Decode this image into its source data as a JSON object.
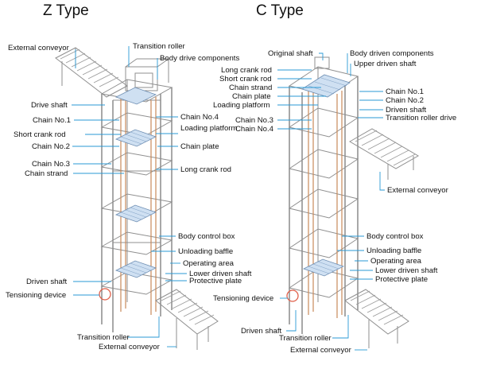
{
  "titles": {
    "z": "Z Type",
    "c": "C Type"
  },
  "z_labels": {
    "external_conveyor_top": "External conveyor",
    "transition_roller_top": "Transition roller",
    "body_drive_components": "Body drive components",
    "drive_shaft": "Drive shaft",
    "chain_no1": "Chain No.1",
    "chain_no4": "Chain No.4",
    "loading_platform": "Loading platform",
    "short_crank_rod": "Short crank rod",
    "chain_no2": "Chain No.2",
    "chain_plate": "Chain plate",
    "chain_no3": "Chain No.3",
    "chain_strand": "Chain strand",
    "long_crank_rod": "Long crank rod",
    "body_control_box": "Body control box",
    "unloading_baffle": "Unloading baffle",
    "operating_area": "Operating area",
    "lower_driven_shaft": "Lower driven shaft",
    "driven_shaft": "Driven shaft",
    "protective_plate": "Protective plate",
    "tensioning_device": "Tensioning device",
    "transition_roller_bottom": "Transition roller",
    "external_conveyor_bottom": "External conveyor"
  },
  "c_labels": {
    "original_shaft": "Original shaft",
    "body_driven_components": "Body driven components",
    "upper_driven_shaft": "Upper driven shaft",
    "long_crank_rod": "Long crank rod",
    "short_crank_rod": "Short crank rod",
    "chain_strand": "Chain strand",
    "chain_plate": "Chain plate",
    "loading_platform": "Loading platform",
    "chain_no1": "Chain No.1",
    "chain_no2": "Chain No.2",
    "driven_shaft_top": "Driven shaft",
    "transition_roller_drive": "Transition roller drive",
    "chain_no3": "Chain No.3",
    "chain_no4": "Chain No.4",
    "external_conveyor_side": "External conveyor",
    "body_control_box": "Body control box",
    "unloading_baffle": "Unloading baffle",
    "operating_area": "Operating area",
    "lower_driven_shaft": "Lower driven shaft",
    "protective_plate": "Protective plate",
    "tensioning_device": "Tensioning device",
    "driven_shaft_bottom": "Driven shaft",
    "transition_roller": "Transition roller",
    "external_conveyor_bottom": "External conveyor"
  },
  "colors": {
    "leader_line": "#2a9ad6",
    "frame": "#8f8f8f",
    "chain_strand": "#c98a5a",
    "platform": "#cfe0f2",
    "tension_marker": "#e0604a"
  }
}
